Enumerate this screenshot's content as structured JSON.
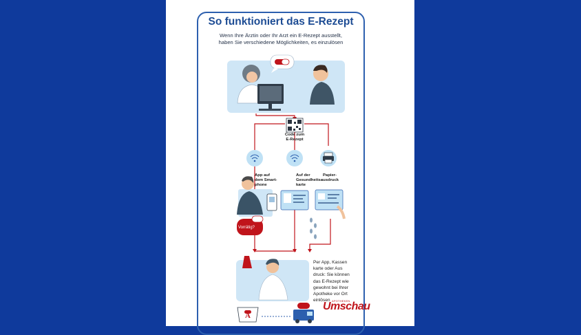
{
  "header": {
    "title": "So funktioniert das E-Rezept",
    "subtitle_line1": "Wenn Ihre Ärztin oder Ihr Arzt ein E-Rezept ausstellt,",
    "subtitle_line2": "haben Sie verschiedene Möglichkeiten, es einzulösen"
  },
  "steps": {
    "code": [
      "Code zum",
      "E-Rezept"
    ],
    "app": [
      "App auf",
      "dem Smart-",
      "phone"
    ],
    "card": [
      "Auf der",
      "Gesundheits-",
      "karte"
    ],
    "paper": [
      "Papier-",
      "ausdruck"
    ]
  },
  "bubble": {
    "stock": "Vorrätig?"
  },
  "footer_text": [
    "Per App, Kassen",
    "karte oder Aus",
    "druck: Sie können",
    "das E-Rezept wie",
    "gewohnt bei Ihrer",
    "Apotheke vor Ort",
    "einlösen"
  ],
  "brand": {
    "line1": "APOTHEKEN",
    "logo": "Umschau"
  },
  "colors": {
    "accent_red": "#c0141b",
    "brand_blue": "#1d4c94",
    "pale_blue": "#cfe6f6",
    "page_bg": "#0f3a9c"
  }
}
